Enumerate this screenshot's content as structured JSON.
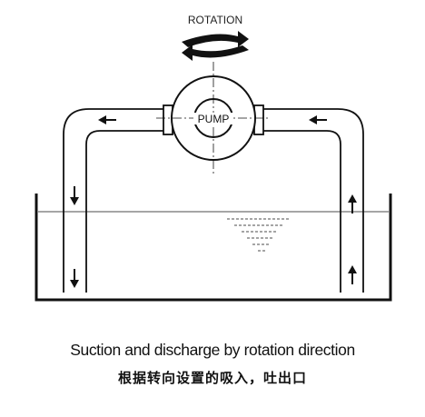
{
  "diagram": {
    "rotation_label": "ROTATION",
    "pump_label": "PUMP"
  },
  "caption": {
    "english": "Suction and discharge by rotation direction",
    "chinese": "根据转向设置的吸入，吐出口"
  }
}
